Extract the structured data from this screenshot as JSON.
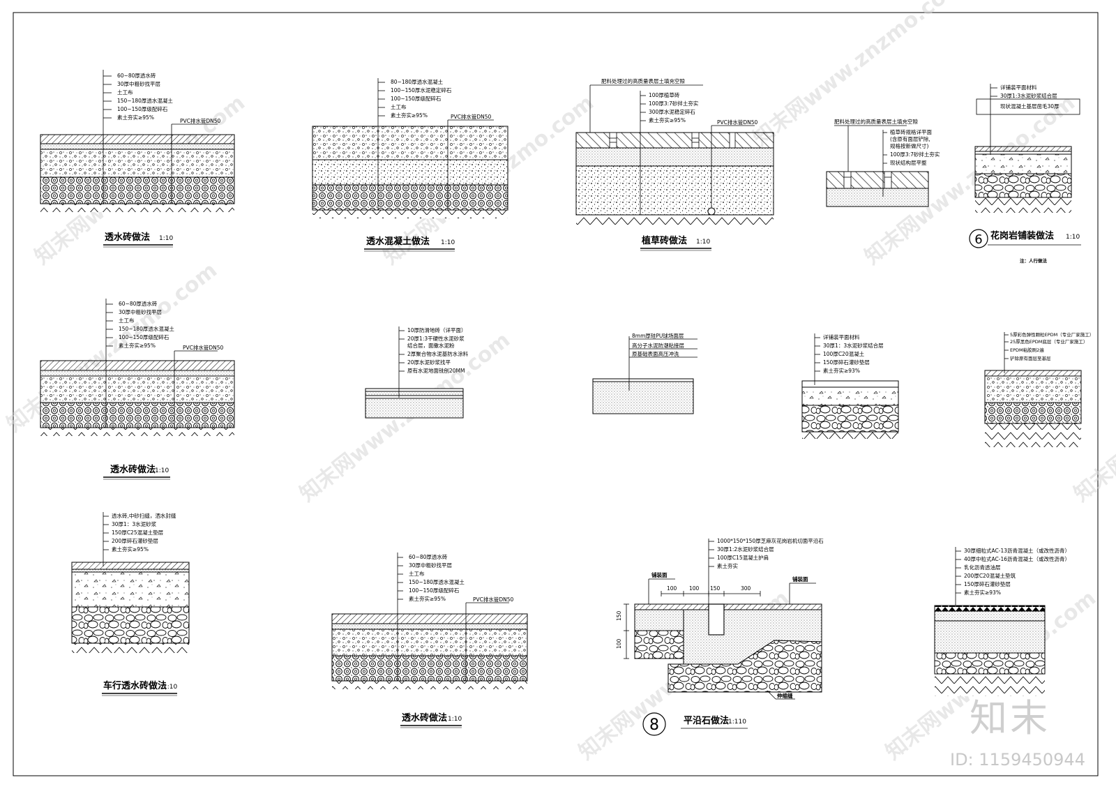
{
  "details": [
    {
      "title": "透水砖做法",
      "scale": "1:10",
      "circle": "",
      "labels": [
        "60~80厚透水砖",
        "30厚中粗砂找平层",
        "土工布",
        "150~180厚透水混凝土",
        "100~150厚级配碎石",
        "素土夯实≥95%"
      ],
      "pipe": "PVC排水管DN50",
      "note": ""
    },
    {
      "title": "透水混凝土做法",
      "scale": "1:10",
      "circle": "",
      "labels": [
        "80~180厚透水混凝土",
        "100~150厚水泥稳定碎石",
        "100~150厚级配碎石",
        "土工布",
        "素土夯实≥95%"
      ],
      "pipe": "PVC排水管DN50",
      "note": ""
    },
    {
      "title": "植草砖做法",
      "scale": "1:10",
      "circle": "",
      "labels": [
        "肥料处理过的高质量表层土填充空隙",
        "100厚植草砖",
        "100厚3:7砂拌土夯实",
        "300厚水泥稳定碎石",
        "素土夯实≥95%"
      ],
      "pipe": "PVC排水管DN50",
      "note": ""
    },
    {
      "title": "",
      "scale": "",
      "circle": "",
      "labels": [
        "肥料处理过的高质量表层土填充空隙",
        "植草砖规格详平面",
        "(含原有面层铲除,",
        "规格按新做尺寸)",
        "100厚3:7砂拌土夯实",
        "现状结构层平整"
      ],
      "pipe": "",
      "note": ""
    },
    {
      "title": "花岗岩铺装做法",
      "scale": "1:10",
      "circle": "6",
      "labels": [
        "详铺装平面材料",
        "30厚1:3水泥砂浆结合层",
        "现状混凝土基层凿毛30厚"
      ],
      "pipe": "",
      "note": "注：人行做法"
    },
    {
      "title": "透水砖做法",
      "scale": "1:10",
      "circle": "",
      "labels": [
        "60~80厚透水砖",
        "30厚中粗砂找平层",
        "土工布",
        "150~180厚透水混凝土",
        "100~150厚级配碎石",
        "素土夯实≥95%"
      ],
      "pipe": "PVC排水管DN50",
      "note": ""
    },
    {
      "title": "",
      "scale": "",
      "circle": "",
      "labels": [
        "10厚防滑地砖（详平面）",
        "20厚1:3干硬性水泥砂浆",
        "结合层，面撒水泥粉",
        "2厚聚合物水泥基防水涂料",
        "20厚水泥砂浆找平",
        "原有水泥地面铣刨20MM"
      ],
      "pipe": "",
      "note": ""
    },
    {
      "title": "",
      "scale": "",
      "circle": "",
      "labels": [
        "8mm厚硅PU球场面层",
        "高分子水泥防潮粘接层",
        "原基础表面高压冲洗"
      ],
      "pipe": "",
      "note": ""
    },
    {
      "title": "",
      "scale": "",
      "circle": "",
      "labels": [
        "详铺装平面材料",
        "30厚1：3水泥砂浆结合层",
        "100厚C20混凝土",
        "150厚碎石灌砂垫层",
        "素土夯实≥93%"
      ],
      "pipe": "",
      "note": ""
    },
    {
      "title": "",
      "scale": "",
      "circle": "",
      "labels": [
        "5厚彩色弹性颗粒EPDM（专业厂家施工）",
        "25厚黑色EPDM底层（专业厂家施工）",
        "EPDM粘胶刷2遍",
        "铲除原有面层至基层"
      ],
      "pipe": "",
      "note": ""
    },
    {
      "title": "车行透水砖做法",
      "scale": "1:10",
      "circle": "",
      "labels": [
        "透水砖,中砂扫缝，洒水封缝",
        "30厚1：3水泥砂浆",
        "150厚C25混凝土垫层",
        "200厚碎石灌砂垫层",
        "素土夯实≥95%"
      ],
      "pipe": "",
      "note": ""
    },
    {
      "title": "透水砖做法",
      "scale": "1:10",
      "circle": "",
      "labels": [
        "60~80厚透水砖",
        "30厚中粗砂找平层",
        "土工布",
        "150~180厚透水混凝土",
        "100~150厚级配碎石",
        "素土夯实≥95%"
      ],
      "pipe": "PVC排水管DN50",
      "note": ""
    },
    {
      "title": "平沿石做法",
      "scale": "1:110",
      "circle": "8",
      "labels": [
        "1000*150*150厚芝麻灰花岗岩机切面平沿石",
        "30厚1:2水泥砂浆结合层",
        "100厚C15混凝土护肩",
        "素土夯实"
      ],
      "pipe": "",
      "note": "",
      "left_tag": "铺装面",
      "right_tag": "铺装面",
      "dims": [
        "100",
        "100",
        "150",
        "300"
      ],
      "vdims": [
        "150",
        "100"
      ],
      "bottom_tag": "伸缩缝"
    },
    {
      "title": "",
      "scale": "",
      "circle": "",
      "labels": [
        "30厚细粒式AC-13沥青混凝土（或改性沥青）",
        "40厚中粒式AC-16沥青混凝土（或改性沥青）",
        "乳化沥青透油层",
        "200厚C20混凝土垫筑",
        "150厚碎石灌砂垫层",
        "素土夯实≥93%"
      ],
      "pipe": "",
      "note": ""
    }
  ],
  "watermarks": [
    "知末网www.znzmo.com"
  ],
  "brand": "知末",
  "id_text": "ID: 1159450944"
}
